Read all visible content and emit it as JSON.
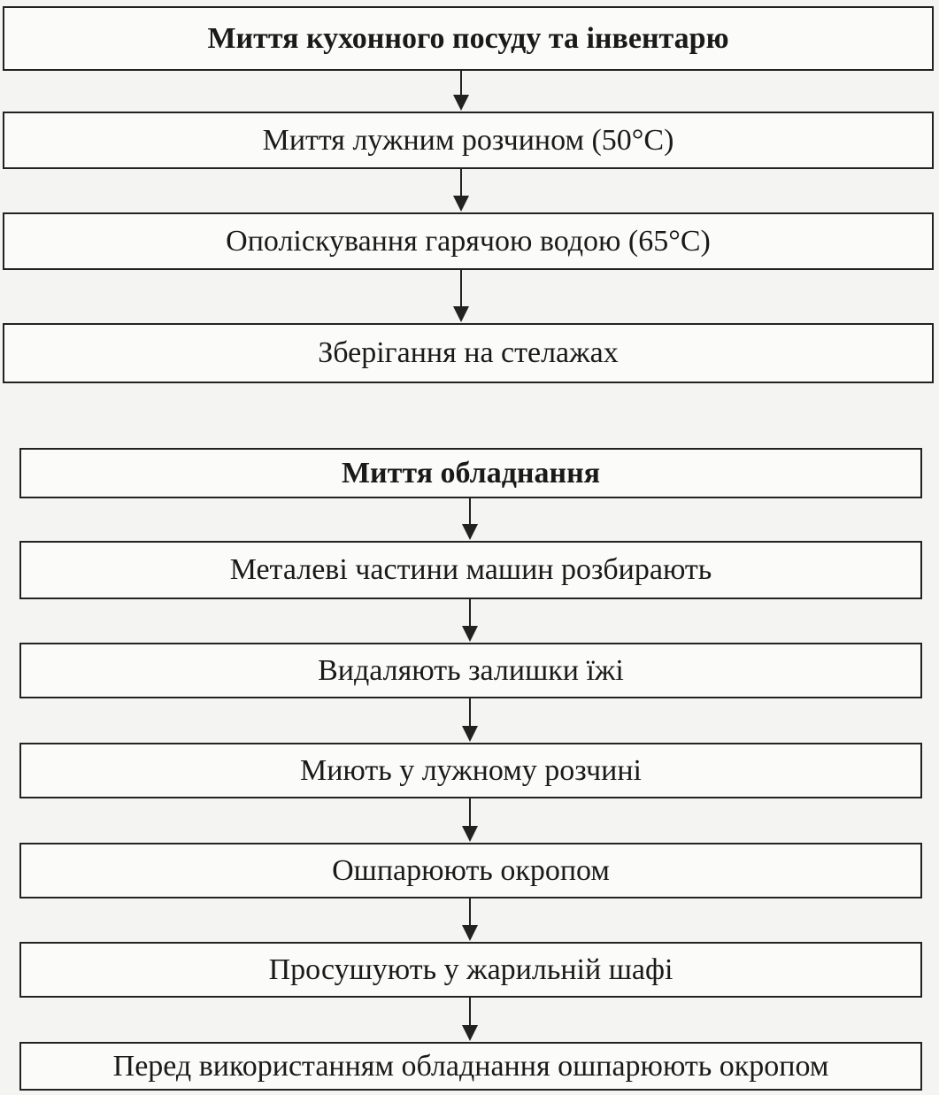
{
  "flow1": {
    "title": "Миття кухонного посуду та інвентарю",
    "steps": [
      "Миття лужним розчином (50°С)",
      "Ополіскування гарячою водою (65°С)",
      "Зберігання на стелажах"
    ]
  },
  "flow2": {
    "title": "Миття обладнання",
    "steps": [
      "Металеві частини машин розбирають",
      "Видаляють залишки їжі",
      "Миють у лужному розчині",
      "Ошпарюють окропом",
      "Просушують у жарильній шафі",
      "Перед використанням обладнання ошпарюють окропом"
    ]
  }
}
